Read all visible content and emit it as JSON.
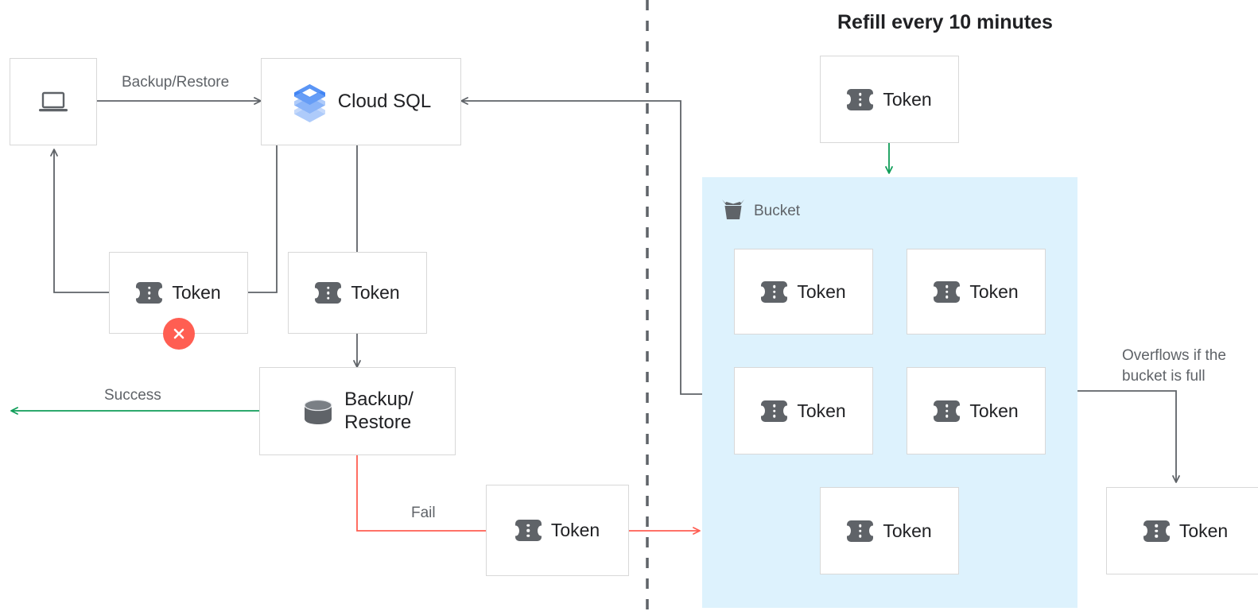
{
  "diagram": {
    "title": "Refill every 10 minutes",
    "divider": "vertical-dashed-separator",
    "colors": {
      "node_border": "#d8d8d8",
      "edge_default": "#5f6368",
      "edge_success": "#0f9d58",
      "edge_fail": "#ff5e52",
      "bucket_fill": "#ddf2fd",
      "token_icon": "#5f6368",
      "error_badge": "#ff5e52",
      "cloudsql_blue": "#4285f4",
      "text_primary": "#202124",
      "text_secondary": "#5f6368"
    }
  },
  "nodes": {
    "client": {
      "label": "",
      "icon": "laptop-icon"
    },
    "cloudsql": {
      "label": "Cloud SQL",
      "icon": "cloud-sql-icon"
    },
    "token_client": {
      "label": "Token",
      "icon": "token-icon",
      "badge": "error-x-badge"
    },
    "token_request": {
      "label": "Token",
      "icon": "token-icon"
    },
    "backup_restore": {
      "label": "Backup/\nRestore",
      "icon": "database-icon"
    },
    "token_fail": {
      "label": "Token",
      "icon": "token-icon"
    },
    "token_refill": {
      "label": "Token",
      "icon": "token-icon"
    },
    "token_overflow": {
      "label": "Token",
      "icon": "token-icon"
    }
  },
  "bucket": {
    "title": "Bucket",
    "icon": "bucket-icon",
    "tokens": [
      {
        "label": "Token"
      },
      {
        "label": "Token"
      },
      {
        "label": "Token"
      },
      {
        "label": "Token"
      },
      {
        "label": "Token"
      }
    ]
  },
  "edges": {
    "backup_restore_label": "Backup/Restore",
    "success_label": "Success",
    "fail_label": "Fail",
    "overflow_label": "Overflows if the\nbucket is full"
  }
}
